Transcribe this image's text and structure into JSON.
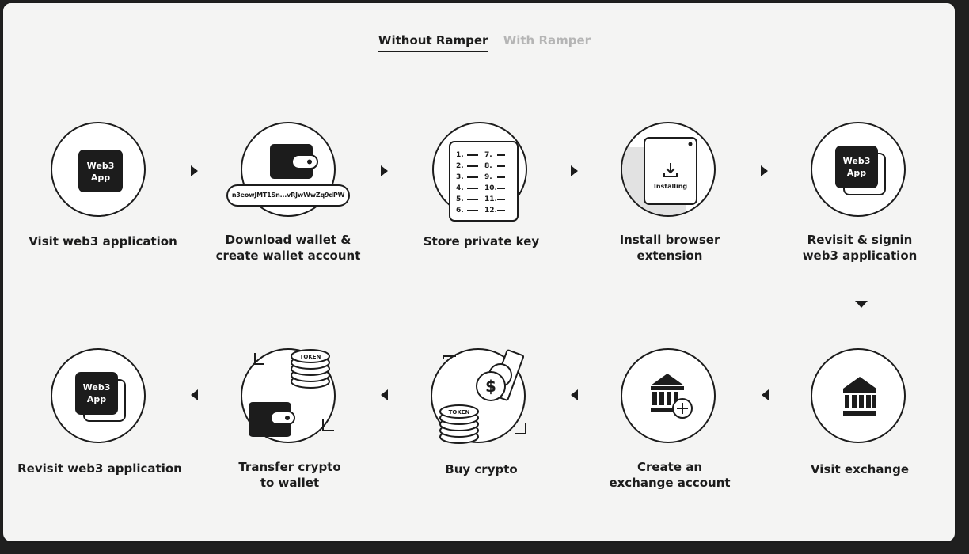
{
  "tabs": [
    {
      "label": "Without Ramper",
      "active": true
    },
    {
      "label": "With Ramper",
      "active": false
    }
  ],
  "steps": {
    "visit_app": {
      "label": "Visit web3 application",
      "icon_line1": "Web3",
      "icon_line2": "App"
    },
    "download_wallet": {
      "label_line1": "Download wallet &",
      "label_line2": "create wallet account",
      "address": "n3eowJMT1Sn...vRJwWwZq9dPW"
    },
    "store_key": {
      "label": "Store private key",
      "list": [
        "1.",
        "2.",
        "3.",
        "4.",
        "5.",
        "6.",
        "7.",
        "8.",
        "9.",
        "10.",
        "11.",
        "12."
      ]
    },
    "install_extension": {
      "label_line1": "Install browser",
      "label_line2": "extension",
      "status": "Installing"
    },
    "revisit_signin": {
      "label_line1": "Revisit & signin",
      "label_line2": "web3 application",
      "icon_line1": "Web3",
      "icon_line2": "App"
    },
    "visit_exchange": {
      "label": "Visit exchange"
    },
    "create_exchange": {
      "label_line1": "Create an",
      "label_line2": "exchange account"
    },
    "buy_crypto": {
      "label": "Buy crypto",
      "token": "TOKEN",
      "currency": "$"
    },
    "transfer_crypto": {
      "label_line1": "Transfer crypto",
      "label_line2": "to wallet",
      "token": "TOKEN"
    },
    "revisit_app": {
      "label": "Revisit web3 application",
      "icon_line1": "Web3",
      "icon_line2": "App"
    }
  }
}
